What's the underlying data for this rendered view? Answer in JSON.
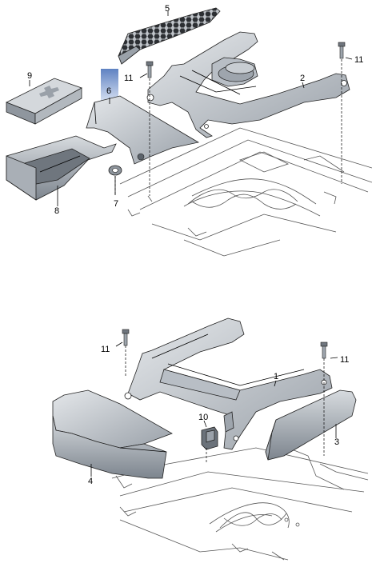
{
  "callouts": {
    "c1": "1",
    "c2": "2",
    "c3": "3",
    "c4": "4",
    "c5": "5",
    "c6": "6",
    "c7": "7",
    "c8": "8",
    "c9": "9",
    "c10": "10",
    "c11_a": "11",
    "c11_b": "11",
    "c11_c": "11",
    "c11_d": "11"
  },
  "colors": {
    "part_fill": "#c9ced4",
    "part_dark": "#8d949c",
    "part_light": "#e3e6e9",
    "highlight": "#6d8fc9",
    "line": "#000000"
  }
}
